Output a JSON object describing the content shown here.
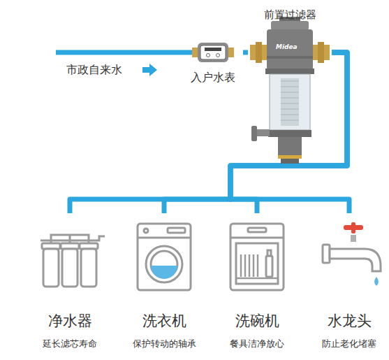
{
  "diagram": {
    "nodes": [
      {
        "text": [
          "入户水表"
        ]
      },
      {
        "text": [
          "前置过滤器"
        ]
      },
      {
        "text": [
          "净水器",
          "延长滤芯寿命"
        ]
      },
      {
        "text": [
          "洗衣机",
          "保护转动的轴承"
        ]
      },
      {
        "text": [
          "洗碗机",
          "餐具洁净放心"
        ]
      },
      {
        "text": [
          "水龙头",
          "防止老化堵塞"
        ]
      }
    ],
    "edges": [
      {
        "from": 0,
        "to": 1,
        "arrow": "none"
      },
      {
        "from": 1,
        "to": 2,
        "arrow": "none"
      },
      {
        "from": 1,
        "to": 3,
        "arrow": "none"
      },
      {
        "from": 1,
        "to": 4,
        "arrow": "none"
      },
      {
        "from": 1,
        "to": 5,
        "arrow": "none"
      }
    ],
    "labels": [
      "市政自来水",
      "Midea"
    ]
  }
}
